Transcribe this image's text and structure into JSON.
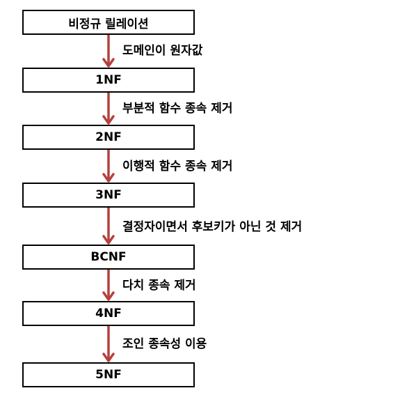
{
  "stages": [
    {
      "label": "비정규 릴레이션"
    },
    {
      "label": "1NF"
    },
    {
      "label": "2NF"
    },
    {
      "label": "3NF"
    },
    {
      "label": "BCNF"
    },
    {
      "label": "4NF"
    },
    {
      "label": "5NF"
    }
  ],
  "transitions": [
    {
      "label": "도메인이 원자값"
    },
    {
      "label": "부분적 함수 종속 제거"
    },
    {
      "label": "이행적 함수 종속 제거"
    },
    {
      "label": "결정자이면서 후보키가 아닌 것 제거"
    },
    {
      "label": "다치 종속 제거"
    },
    {
      "label": "조인 종속성 이용"
    }
  ],
  "colors": {
    "arrow": "#b5403d",
    "box_border": "#000000",
    "text": "#000000"
  }
}
